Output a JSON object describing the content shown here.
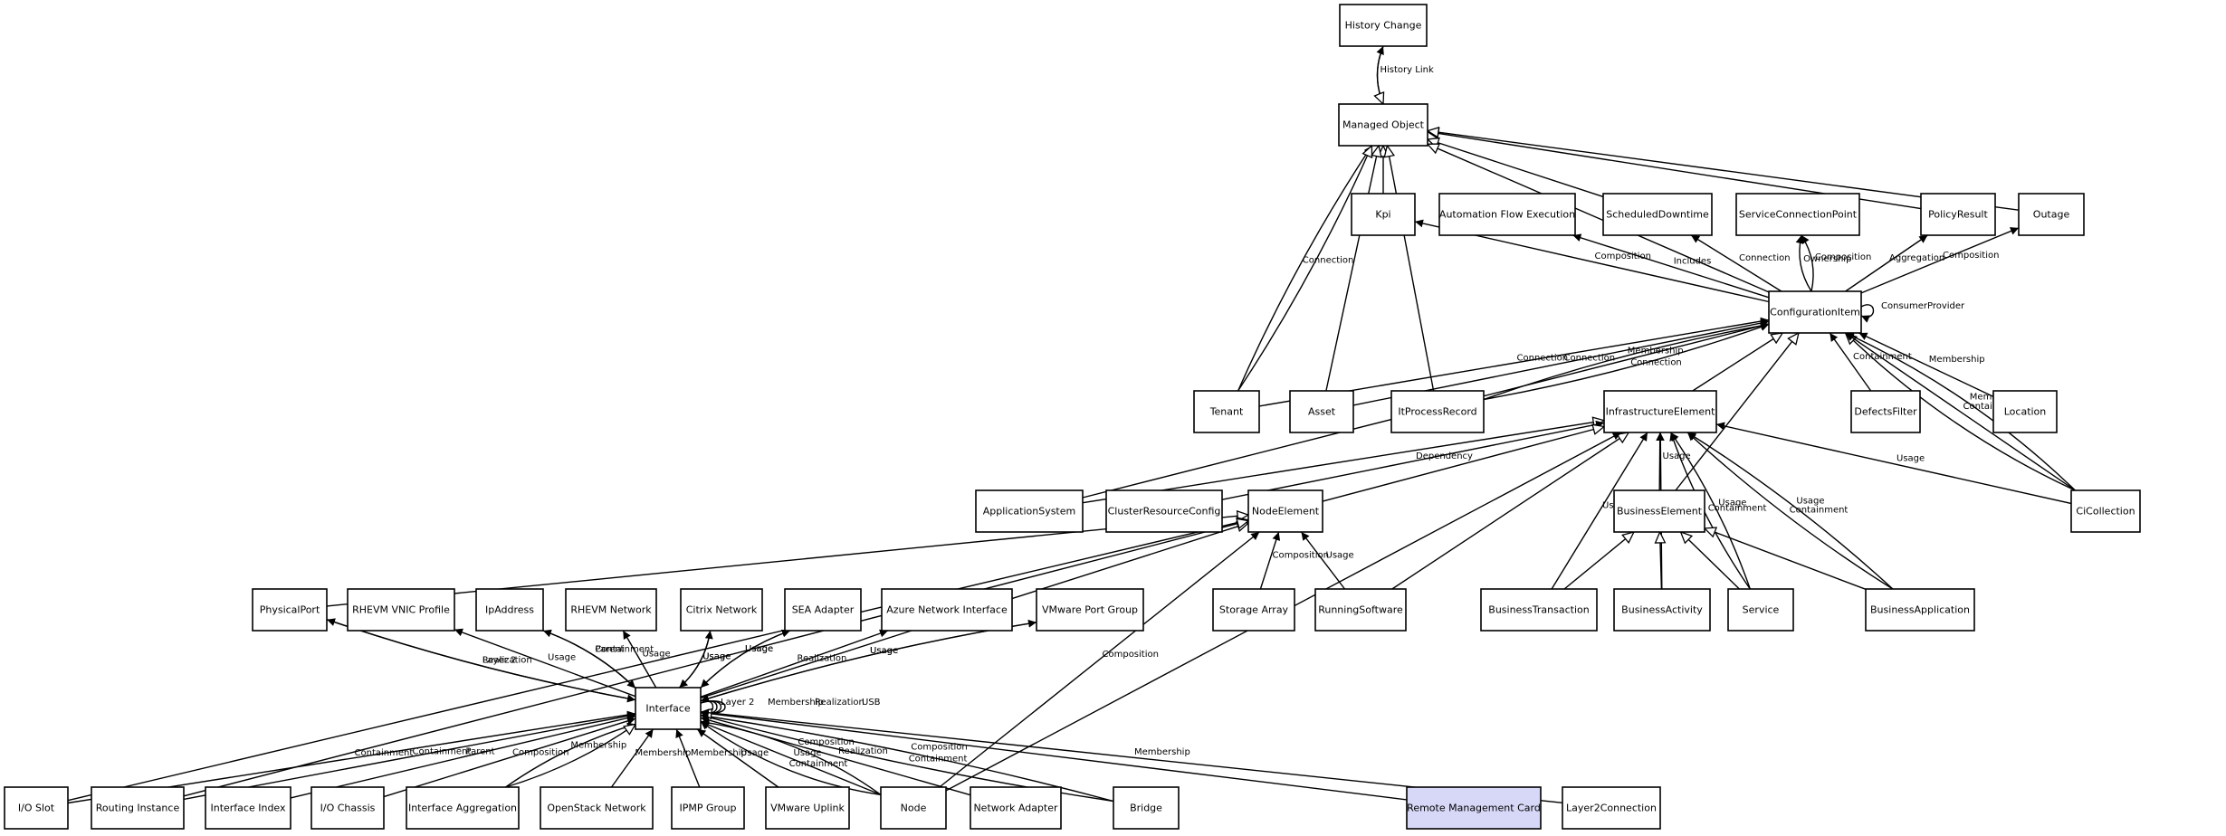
{
  "nodes": [
    {
      "id": "history-change",
      "label": "History Change"
    },
    {
      "id": "managed-object",
      "label": "Managed Object"
    },
    {
      "id": "kpi",
      "label": "Kpi"
    },
    {
      "id": "automation-flow-execution",
      "label": "Automation Flow Execution"
    },
    {
      "id": "scheduled-downtime",
      "label": "ScheduledDowntime"
    },
    {
      "id": "service-connection-point",
      "label": "ServiceConnectionPoint"
    },
    {
      "id": "policy-result",
      "label": "PolicyResult"
    },
    {
      "id": "outage",
      "label": "Outage"
    },
    {
      "id": "configuration-item",
      "label": "ConfigurationItem"
    },
    {
      "id": "tenant",
      "label": "Tenant"
    },
    {
      "id": "asset",
      "label": "Asset"
    },
    {
      "id": "itprocess-record",
      "label": "ItProcessRecord"
    },
    {
      "id": "infrastructure-element",
      "label": "InfrastructureElement"
    },
    {
      "id": "defects-filter",
      "label": "DefectsFilter"
    },
    {
      "id": "location",
      "label": "Location"
    },
    {
      "id": "application-system",
      "label": "ApplicationSystem"
    },
    {
      "id": "cluster-resource-config",
      "label": "ClusterResourceConfig"
    },
    {
      "id": "node-element",
      "label": "NodeElement"
    },
    {
      "id": "business-element",
      "label": "BusinessElement"
    },
    {
      "id": "ci-collection",
      "label": "CiCollection"
    },
    {
      "id": "physical-port",
      "label": "PhysicalPort"
    },
    {
      "id": "rhevm-vnic-profile",
      "label": "RHEVM VNIC Profile"
    },
    {
      "id": "ip-address",
      "label": "IpAddress"
    },
    {
      "id": "rhevm-network",
      "label": "RHEVM Network"
    },
    {
      "id": "citrix-network",
      "label": "Citrix Network"
    },
    {
      "id": "sea-adapter",
      "label": "SEA Adapter"
    },
    {
      "id": "azure-network-interface",
      "label": "Azure Network Interface"
    },
    {
      "id": "vmware-port-group",
      "label": "VMware Port Group"
    },
    {
      "id": "storage-array",
      "label": "Storage Array"
    },
    {
      "id": "running-software",
      "label": "RunningSoftware"
    },
    {
      "id": "business-transaction",
      "label": "BusinessTransaction"
    },
    {
      "id": "business-activity",
      "label": "BusinessActivity"
    },
    {
      "id": "service",
      "label": "Service"
    },
    {
      "id": "business-application",
      "label": "BusinessApplication"
    },
    {
      "id": "interface",
      "label": "Interface"
    },
    {
      "id": "io-slot",
      "label": "I/O Slot"
    },
    {
      "id": "routing-instance",
      "label": "Routing Instance"
    },
    {
      "id": "interface-index",
      "label": "Interface Index"
    },
    {
      "id": "io-chassis",
      "label": "I/O Chassis"
    },
    {
      "id": "interface-aggregation",
      "label": "Interface Aggregation"
    },
    {
      "id": "openstack-network",
      "label": "OpenStack Network"
    },
    {
      "id": "ipmp-group",
      "label": "IPMP Group"
    },
    {
      "id": "vmware-uplink",
      "label": "VMware Uplink"
    },
    {
      "id": "node",
      "label": "Node"
    },
    {
      "id": "network-adapter",
      "label": "Network Adapter"
    },
    {
      "id": "bridge",
      "label": "Bridge"
    },
    {
      "id": "remote-management-card",
      "label": "Remote Management Card",
      "highlight": true
    },
    {
      "id": "layer2-connection",
      "label": "Layer2Connection"
    }
  ],
  "edges": [
    {
      "from": "managed-object",
      "to": "history-change",
      "label": "History Link",
      "arrow": "normal"
    },
    {
      "from": "history-change",
      "to": "managed-object",
      "label": "",
      "arrow": "hollow"
    },
    {
      "from": "kpi",
      "to": "managed-object",
      "label": "",
      "arrow": "hollow"
    },
    {
      "from": "scheduled-downtime",
      "to": "managed-object",
      "label": "",
      "arrow": "hollow"
    },
    {
      "from": "tenant",
      "to": "managed-object",
      "label": "Connection",
      "arrow": "normal"
    },
    {
      "from": "tenant",
      "to": "managed-object",
      "label": "",
      "arrow": "hollow"
    },
    {
      "from": "asset",
      "to": "managed-object",
      "label": "",
      "arrow": "hollow"
    },
    {
      "from": "itprocess-record",
      "to": "managed-object",
      "label": "",
      "arrow": "hollow"
    },
    {
      "from": "configuration-item",
      "to": "managed-object",
      "label": "",
      "arrow": "hollow"
    },
    {
      "from": "policy-result",
      "to": "managed-object",
      "label": "",
      "arrow": "hollow"
    },
    {
      "from": "outage",
      "to": "managed-object",
      "label": "",
      "arrow": "hollow"
    },
    {
      "from": "configuration-item",
      "to": "kpi",
      "label": "Composition",
      "arrow": "normal"
    },
    {
      "from": "configuration-item",
      "to": "automation-flow-execution",
      "label": "Includes",
      "arrow": "normal"
    },
    {
      "from": "configuration-item",
      "to": "scheduled-downtime",
      "label": "Connection",
      "arrow": "normal"
    },
    {
      "from": "configuration-item",
      "to": "service-connection-point",
      "label": "Ownership",
      "arrow": "normal"
    },
    {
      "from": "configuration-item",
      "to": "service-connection-point",
      "label": "Composition",
      "arrow": "normal"
    },
    {
      "from": "configuration-item",
      "to": "policy-result",
      "label": "Aggregation",
      "arrow": "normal"
    },
    {
      "from": "configuration-item",
      "to": "outage",
      "label": "Composition",
      "arrow": "normal"
    },
    {
      "from": "configuration-item",
      "to": "configuration-item",
      "label": "ConsumerProvider",
      "arrow": "normal"
    },
    {
      "from": "tenant",
      "to": "configuration-item",
      "label": "Connection",
      "arrow": "normal"
    },
    {
      "from": "asset",
      "to": "configuration-item",
      "label": "Connection",
      "arrow": "normal"
    },
    {
      "from": "itprocess-record",
      "to": "configuration-item",
      "label": "Membership",
      "arrow": "normal"
    },
    {
      "from": "itprocess-record",
      "to": "configuration-item",
      "label": "Connection",
      "arrow": "normal"
    },
    {
      "from": "infrastructure-element",
      "to": "configuration-item",
      "label": "",
      "arrow": "hollow"
    },
    {
      "from": "defects-filter",
      "to": "configuration-item",
      "label": "Containment",
      "arrow": "normal"
    },
    {
      "from": "location",
      "to": "configuration-item",
      "label": "Membership",
      "arrow": "normal"
    },
    {
      "from": "ci-collection",
      "to": "configuration-item",
      "label": "",
      "arrow": "hollow"
    },
    {
      "from": "ci-collection",
      "to": "configuration-item",
      "label": "Containment",
      "arrow": "normal"
    },
    {
      "from": "ci-collection",
      "to": "configuration-item",
      "label": "Membership",
      "arrow": "normal"
    },
    {
      "from": "business-element",
      "to": "configuration-item",
      "label": "",
      "arrow": "hollow"
    },
    {
      "from": "application-system",
      "to": "configuration-item",
      "label": "Aggregation",
      "arrow": "normal"
    },
    {
      "from": "application-system",
      "to": "infrastructure-element",
      "label": "",
      "arrow": "hollow"
    },
    {
      "from": "cluster-resource-config",
      "to": "infrastructure-element",
      "label": "Dependency",
      "arrow": "normal"
    },
    {
      "from": "node-element",
      "to": "infrastructure-element",
      "label": "",
      "arrow": "hollow"
    },
    {
      "from": "running-software",
      "to": "infrastructure-element",
      "label": "",
      "arrow": "hollow"
    },
    {
      "from": "business-element",
      "to": "infrastructure-element",
      "label": "Usage",
      "arrow": "normal"
    },
    {
      "from": "business-transaction",
      "to": "infrastructure-element",
      "label": "Usage",
      "arrow": "normal"
    },
    {
      "from": "business-activity",
      "to": "infrastructure-element",
      "label": "Usage",
      "arrow": "normal"
    },
    {
      "from": "service",
      "to": "infrastructure-element",
      "label": "Containment",
      "arrow": "normal"
    },
    {
      "from": "service",
      "to": "infrastructure-element",
      "label": "Usage",
      "arrow": "normal"
    },
    {
      "from": "business-application",
      "to": "infrastructure-element",
      "label": "Containment",
      "arrow": "normal"
    },
    {
      "from": "business-application",
      "to": "infrastructure-element",
      "label": "Usage",
      "arrow": "normal"
    },
    {
      "from": "ci-collection",
      "to": "infrastructure-element",
      "label": "Usage",
      "arrow": "normal"
    },
    {
      "from": "node",
      "to": "infrastructure-element",
      "label": "",
      "arrow": "normal"
    },
    {
      "from": "business-transaction",
      "to": "business-element",
      "label": "",
      "arrow": "hollow"
    },
    {
      "from": "business-activity",
      "to": "business-element",
      "label": "",
      "arrow": "hollow"
    },
    {
      "from": "service",
      "to": "business-element",
      "label": "",
      "arrow": "hollow"
    },
    {
      "from": "business-application",
      "to": "business-element",
      "label": "",
      "arrow": "hollow"
    },
    {
      "from": "storage-array",
      "to": "node-element",
      "label": "Composition",
      "arrow": "normal"
    },
    {
      "from": "running-software",
      "to": "node-element",
      "label": "Usage",
      "arrow": "normal"
    },
    {
      "from": "node",
      "to": "node-element",
      "label": "Composition",
      "arrow": "normal"
    },
    {
      "from": "physical-port",
      "to": "node-element",
      "label": "",
      "arrow": "hollow"
    },
    {
      "from": "interface",
      "to": "node-element",
      "label": "",
      "arrow": "hollow"
    },
    {
      "from": "io-slot",
      "to": "node-element",
      "label": "",
      "arrow": "hollow"
    },
    {
      "from": "routing-instance",
      "to": "node-element",
      "label": "",
      "arrow": "hollow"
    },
    {
      "from": "interface",
      "to": "physical-port",
      "label": "Layer 2",
      "arrow": "normal"
    },
    {
      "from": "physical-port",
      "to": "interface",
      "label": "Realization",
      "arrow": "normal"
    },
    {
      "from": "interface",
      "to": "rhevm-vnic-profile",
      "label": "Usage",
      "arrow": "normal"
    },
    {
      "from": "ip-address",
      "to": "interface",
      "label": "Parent",
      "arrow": "normal"
    },
    {
      "from": "interface",
      "to": "ip-address",
      "label": "Containment",
      "arrow": "normal"
    },
    {
      "from": "interface",
      "to": "rhevm-network",
      "label": "Usage",
      "arrow": "normal"
    },
    {
      "from": "citrix-network",
      "to": "interface",
      "label": "Usage",
      "arrow": "normal"
    },
    {
      "from": "interface",
      "to": "citrix-network",
      "label": "Usage",
      "arrow": "normal"
    },
    {
      "from": "interface",
      "to": "sea-adapter",
      "label": "Usage",
      "arrow": "normal"
    },
    {
      "from": "sea-adapter",
      "to": "interface",
      "label": "Usage",
      "arrow": "normal"
    },
    {
      "from": "interface",
      "to": "azure-network-interface",
      "label": "Realization",
      "arrow": "normal"
    },
    {
      "from": "interface",
      "to": "vmware-port-group",
      "label": "Usage",
      "arrow": "normal"
    },
    {
      "from": "vmware-port-group",
      "to": "interface",
      "label": "Usage",
      "arrow": "normal"
    },
    {
      "from": "interface",
      "to": "interface",
      "label": "Layer 2",
      "arrow": "normal"
    },
    {
      "from": "interface",
      "to": "interface",
      "label": "Membership",
      "arrow": "normal"
    },
    {
      "from": "interface",
      "to": "interface",
      "label": "Realization",
      "arrow": "normal"
    },
    {
      "from": "interface",
      "to": "interface",
      "label": "USB",
      "arrow": "normal"
    },
    {
      "from": "io-slot",
      "to": "interface",
      "label": "Containment",
      "arrow": "normal"
    },
    {
      "from": "routing-instance",
      "to": "interface",
      "label": "Containment",
      "arrow": "normal"
    },
    {
      "from": "interface-index",
      "to": "interface",
      "label": "Parent",
      "arrow": "normal"
    },
    {
      "from": "io-chassis",
      "to": "interface",
      "label": "Composition",
      "arrow": "normal"
    },
    {
      "from": "interface-aggregation",
      "to": "interface",
      "label": "Membership",
      "arrow": "normal"
    },
    {
      "from": "interface-aggregation",
      "to": "interface",
      "label": "",
      "arrow": "hollow"
    },
    {
      "from": "openstack-network",
      "to": "interface",
      "label": "Membership",
      "arrow": "normal"
    },
    {
      "from": "ipmp-group",
      "to": "interface",
      "label": "Membership",
      "arrow": "normal"
    },
    {
      "from": "vmware-uplink",
      "to": "interface",
      "label": "Usage",
      "arrow": "normal"
    },
    {
      "from": "node",
      "to": "interface",
      "label": "Containment",
      "arrow": "normal"
    },
    {
      "from": "node",
      "to": "interface",
      "label": "Usage",
      "arrow": "normal"
    },
    {
      "from": "node",
      "to": "interface",
      "label": "Composition",
      "arrow": "normal"
    },
    {
      "from": "network-adapter",
      "to": "interface",
      "label": "Realization",
      "arrow": "normal"
    },
    {
      "from": "bridge",
      "to": "interface",
      "label": "Containment",
      "arrow": "normal"
    },
    {
      "from": "bridge",
      "to": "interface",
      "label": "Composition",
      "arrow": "normal"
    },
    {
      "from": "remote-management-card",
      "to": "interface",
      "label": "",
      "arrow": "hollow"
    },
    {
      "from": "layer2-connection",
      "to": "interface",
      "label": "Membership",
      "arrow": "normal"
    }
  ]
}
